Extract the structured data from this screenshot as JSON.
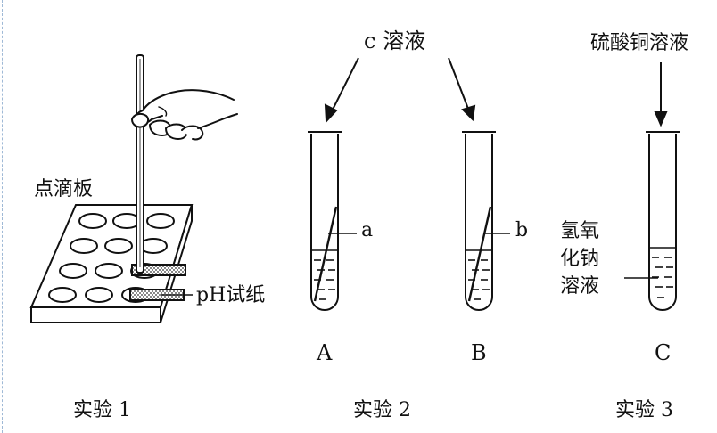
{
  "experiment1": {
    "board_label": "点滴板",
    "paper_label": "pH试纸",
    "caption": "实验 1"
  },
  "experiment2": {
    "reagent_label": "c 溶液",
    "tube_a": {
      "strip_label": "a",
      "tube_label": "A"
    },
    "tube_b": {
      "strip_label": "b",
      "tube_label": "B"
    },
    "caption": "实验 2"
  },
  "experiment3": {
    "reagent_label": "硫酸铜溶液",
    "solution_label": [
      "氢氧",
      "化钠",
      "溶液"
    ],
    "tube_c": {
      "tube_label": "C"
    },
    "caption": "实验 3"
  },
  "colors": {
    "ink": "#111111",
    "edge_guide": "#9fb9d6"
  }
}
